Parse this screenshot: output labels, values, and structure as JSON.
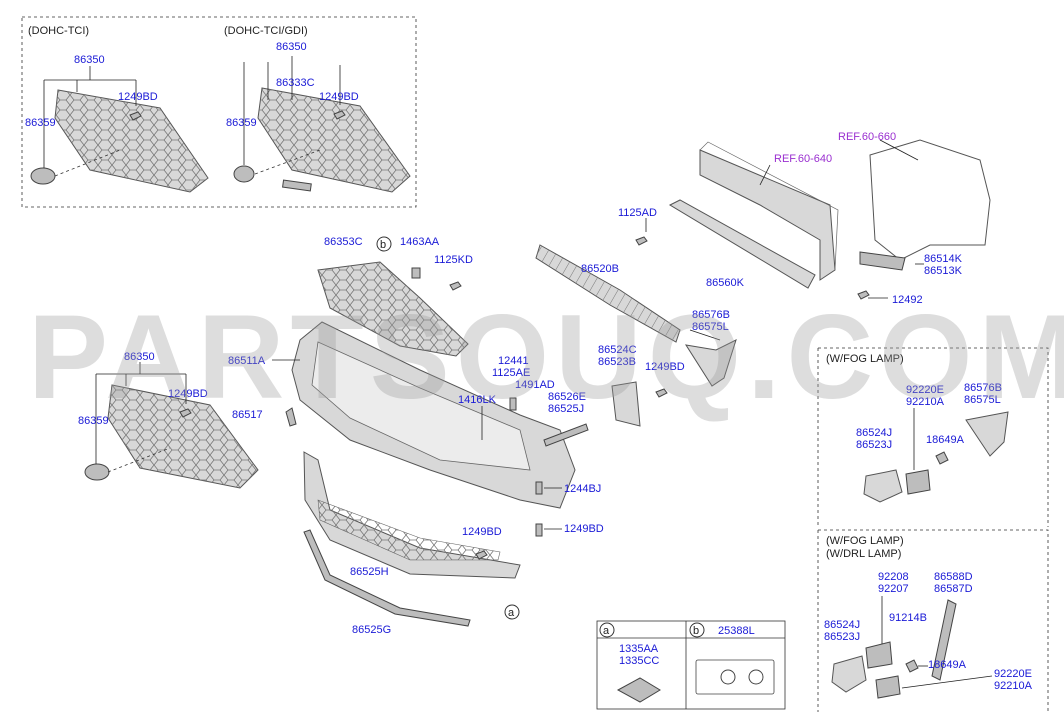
{
  "watermark": "PARTSOUQ.COM",
  "headers": {
    "dohc_tci": "(DOHC-TCI)",
    "dohc_tci_gdi": "(DOHC-TCI/GDI)",
    "w_fog_lamp": "(W/FOG LAMP)",
    "w_fog_lamp_2": "(W/FOG LAMP)",
    "w_drl_lamp": "(W/DRL LAMP)"
  },
  "references": {
    "ref_60_640": "REF.60-640",
    "ref_60_660": "REF.60-660"
  },
  "callouts": {
    "a": "a",
    "b": "b",
    "legend_a": "a",
    "legend_b": "b"
  },
  "legend": {
    "a_part1": "1335AA",
    "a_part2": "1335CC",
    "b_part": "25388L"
  },
  "parts": {
    "p86350_a": "86350",
    "p1249bd_a": "1249BD",
    "p86359_a": "86359",
    "p86350_b": "86350",
    "p86333c": "86333C",
    "p1249bd_b": "1249BD",
    "p86359_b": "86359",
    "p86353c": "86353C",
    "p1463aa": "1463AA",
    "p1125kd": "1125KD",
    "p1125ad": "1125AD",
    "p86520b": "86520B",
    "p86560k": "86560K",
    "p86514k": "86514K",
    "p86513k": "86513K",
    "p12492": "12492",
    "p86576b_a": "86576B",
    "p86575l_a": "86575L",
    "p86524c": "86524C",
    "p86523b": "86523B",
    "p1249bd_c": "1249BD",
    "p86350_c": "86350",
    "p1249bd_d": "1249BD",
    "p86359_c": "86359",
    "p86511a": "86511A",
    "p86517": "86517",
    "p12441": "12441",
    "p1125ae": "1125AE",
    "p1491ad": "1491AD",
    "p1416lk": "1416LK",
    "p86526e": "86526E",
    "p86525j": "86525J",
    "p1244bj": "1244BJ",
    "p1249bd_e": "1249BD",
    "p1249bd_f": "1249BD",
    "p86525h": "86525H",
    "p86525g": "86525G",
    "p92220e_a": "92220E",
    "p92210a_a": "92210A",
    "p86576b_b": "86576B",
    "p86575l_b": "86575L",
    "p86524j_a": "86524J",
    "p86523j_a": "86523J",
    "p18649a_a": "18649A",
    "p92208": "92208",
    "p92207": "92207",
    "p86588d": "86588D",
    "p86587d": "86587D",
    "p91214b": "91214B",
    "p86524j_b": "86524J",
    "p86523j_b": "86523J",
    "p18649a_b": "18649A",
    "p92220e_b": "92220E",
    "p92210a_b": "92210A"
  }
}
